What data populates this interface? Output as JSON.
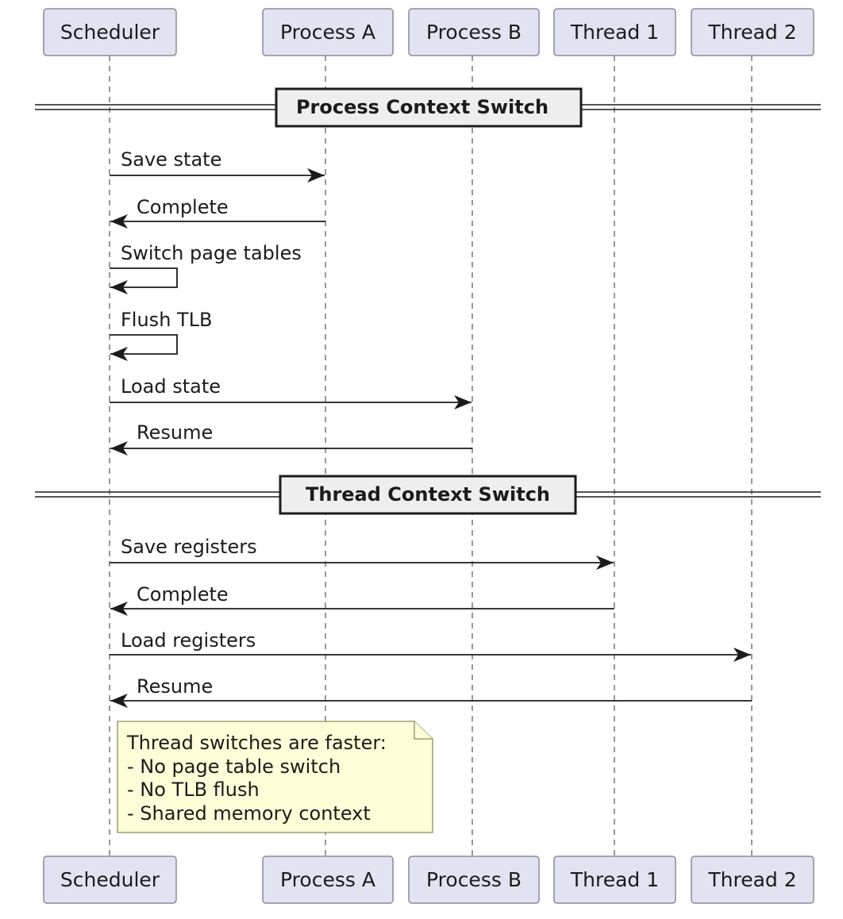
{
  "participants": [
    {
      "id": "scheduler",
      "label": "Scheduler"
    },
    {
      "id": "process-a",
      "label": "Process A"
    },
    {
      "id": "process-b",
      "label": "Process B"
    },
    {
      "id": "thread-1",
      "label": "Thread 1"
    },
    {
      "id": "thread-2",
      "label": "Thread 2"
    }
  ],
  "sections": [
    {
      "label": "Process Context Switch"
    },
    {
      "label": "Thread Context Switch"
    }
  ],
  "messages": [
    {
      "from": "scheduler",
      "to": "process-a",
      "label": "Save state"
    },
    {
      "from": "process-a",
      "to": "scheduler",
      "label": "Complete"
    },
    {
      "from": "scheduler",
      "to": "scheduler",
      "label": "Switch page tables"
    },
    {
      "from": "scheduler",
      "to": "scheduler",
      "label": "Flush TLB"
    },
    {
      "from": "scheduler",
      "to": "process-b",
      "label": "Load state"
    },
    {
      "from": "process-b",
      "to": "scheduler",
      "label": "Resume"
    },
    {
      "from": "scheduler",
      "to": "thread-1",
      "label": "Save registers"
    },
    {
      "from": "thread-1",
      "to": "scheduler",
      "label": "Complete"
    },
    {
      "from": "scheduler",
      "to": "thread-2",
      "label": "Load registers"
    },
    {
      "from": "thread-2",
      "to": "scheduler",
      "label": "Resume"
    }
  ],
  "note": {
    "lines": [
      "Thread switches are faster:",
      "- No page table switch",
      "- No TLB flush",
      "- Shared memory context"
    ]
  }
}
